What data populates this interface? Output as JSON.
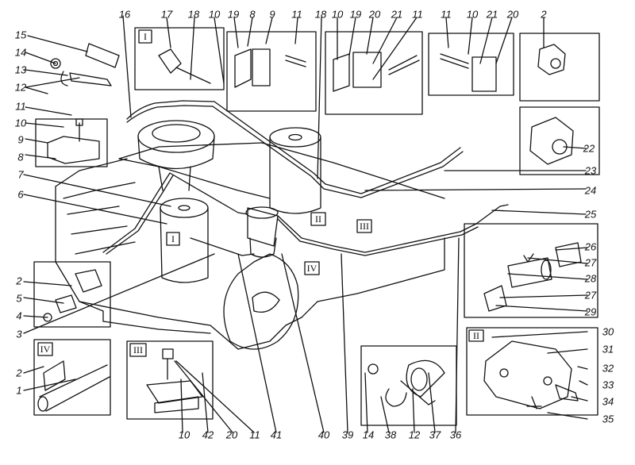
{
  "callouts": {
    "n1": "1",
    "n2": "2",
    "n3": "3",
    "n4": "4",
    "n5": "5",
    "n6": "6",
    "n7": "7",
    "n8": "8",
    "n9": "9",
    "n10": "10",
    "n11": "11",
    "n12": "12",
    "n13": "13",
    "n14": "14",
    "n15": "15",
    "n16": "16",
    "n17": "17",
    "n18": "18",
    "n19": "19",
    "n20": "20",
    "n21": "21",
    "n22": "22",
    "n23": "23",
    "n24": "24",
    "n25": "25",
    "n26": "26",
    "n27": "27",
    "n28": "28",
    "n29": "29",
    "n30": "30",
    "n31": "31",
    "n32": "32",
    "n33": "33",
    "n34": "34",
    "n35": "35",
    "n36": "36",
    "n37": "37",
    "n38": "38",
    "n39": "39",
    "n40": "40",
    "n41": "41",
    "n42": "42"
  },
  "detail_views": {
    "I": "I",
    "II": "II",
    "III": "III",
    "IV": "IV"
  }
}
